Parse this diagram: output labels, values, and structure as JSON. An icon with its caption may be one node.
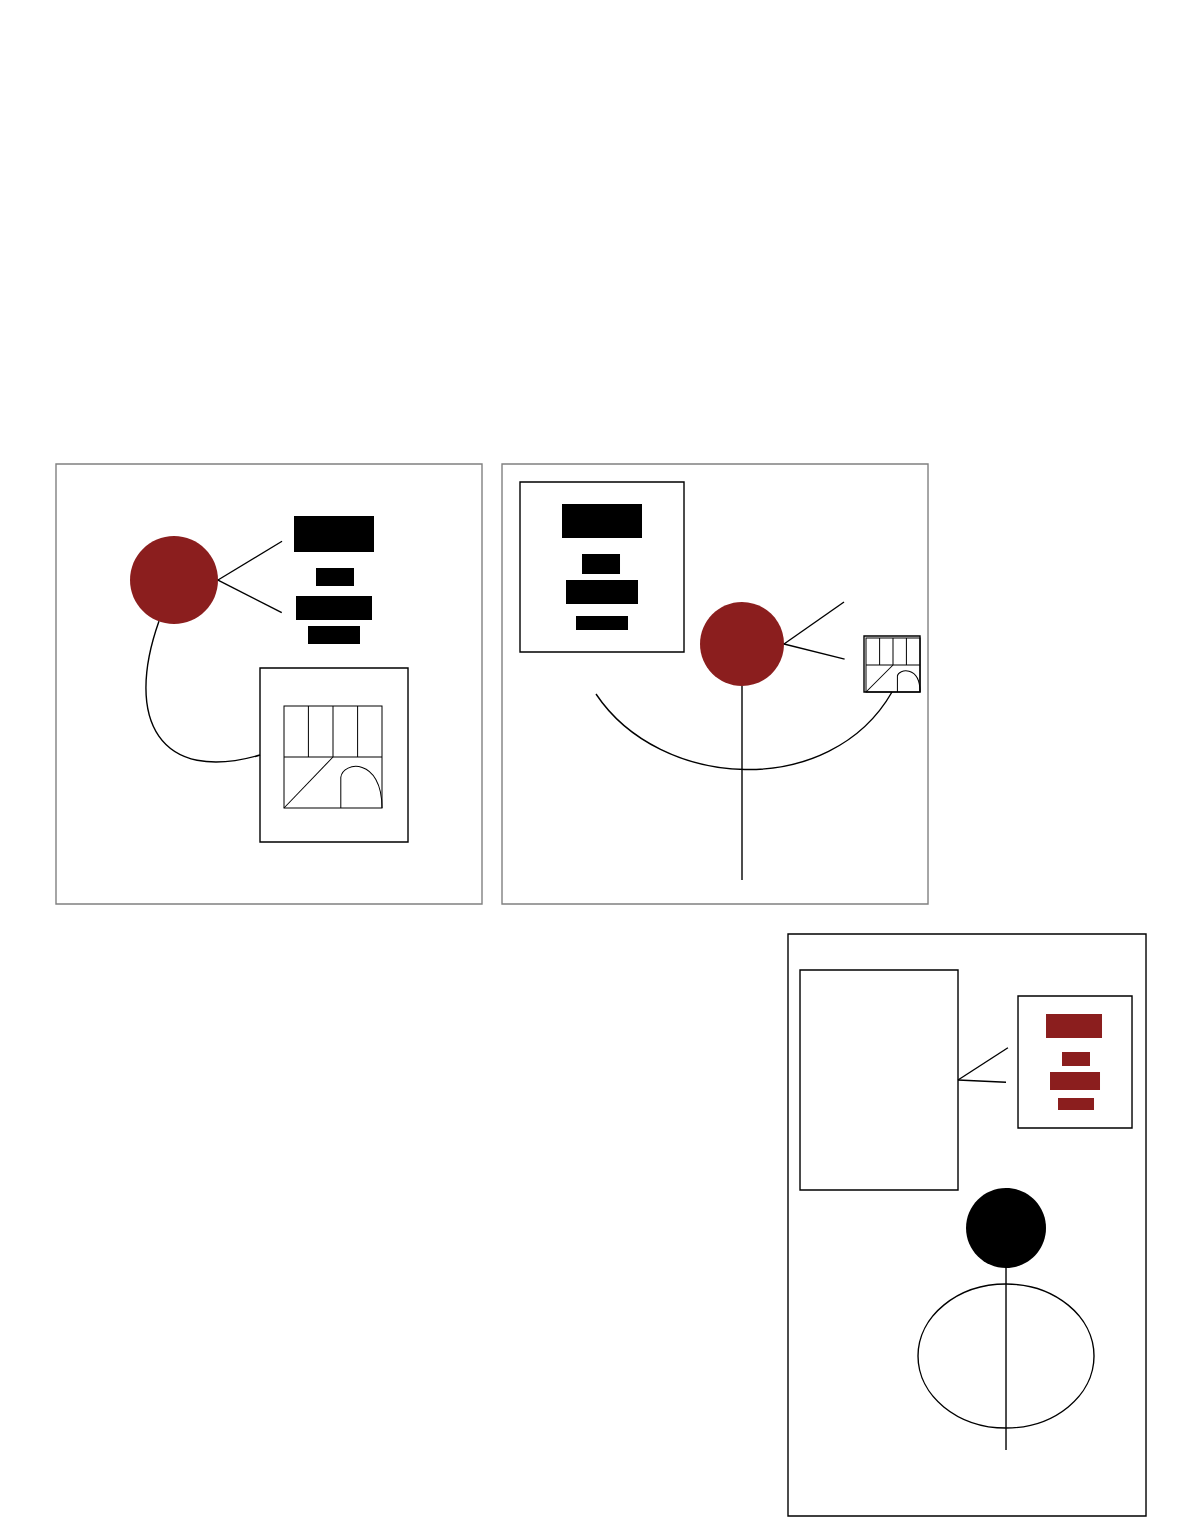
{
  "diagram": {
    "nodes": [
      {
        "text": [],
        "shape": "box"
      },
      {
        "text": [],
        "shape": "circle",
        "in": 0
      },
      {
        "text": [],
        "shape": "bar",
        "in": 0
      },
      {
        "text": [],
        "shape": "bar",
        "in": 0
      },
      {
        "text": [],
        "shape": "bar",
        "in": 0
      },
      {
        "text": [],
        "shape": "bar",
        "in": 0
      },
      {
        "text": [],
        "shape": "box",
        "in": 0
      },
      {
        "text": [],
        "shape": "box"
      },
      {
        "text": [],
        "shape": "box",
        "in": 7
      },
      {
        "text": [],
        "shape": "bar",
        "in": 8
      },
      {
        "text": [],
        "shape": "bar",
        "in": 8
      },
      {
        "text": [],
        "shape": "bar",
        "in": 8
      },
      {
        "text": [],
        "shape": "bar",
        "in": 8
      },
      {
        "text": [],
        "shape": "circle",
        "in": 7
      },
      {
        "text": [],
        "shape": "box",
        "in": 7
      },
      {
        "text": [],
        "shape": "box"
      },
      {
        "text": [],
        "shape": "box",
        "in": 15
      },
      {
        "text": [],
        "shape": "box",
        "in": 15
      },
      {
        "text": [],
        "shape": "bar",
        "in": 17
      },
      {
        "text": [],
        "shape": "bar",
        "in": 17
      },
      {
        "text": [],
        "shape": "bar",
        "in": 17
      },
      {
        "text": [],
        "shape": "bar",
        "in": 17
      },
      {
        "text": [],
        "shape": "circle",
        "in": 15
      },
      {
        "text": [],
        "shape": "ellipse",
        "in": 15
      }
    ],
    "edges": [
      {
        "from": 1,
        "to": 6,
        "arrow": "none"
      },
      {
        "from": 1,
        "to": 2,
        "arrow": "none"
      },
      {
        "from": 1,
        "to": 4,
        "arrow": "none"
      },
      {
        "from": 13,
        "to": null,
        "arrow": "none"
      },
      {
        "from": 13,
        "to": 14,
        "arrow": "none"
      },
      {
        "from": null,
        "to": 14,
        "arrow": "none"
      },
      {
        "from": 13,
        "to": null,
        "arrow": "none"
      },
      {
        "from": 16,
        "to": 17,
        "arrow": "none"
      },
      {
        "from": 16,
        "to": 17,
        "arrow": "none"
      },
      {
        "from": 22,
        "to": 23,
        "arrow": "none"
      }
    ]
  }
}
